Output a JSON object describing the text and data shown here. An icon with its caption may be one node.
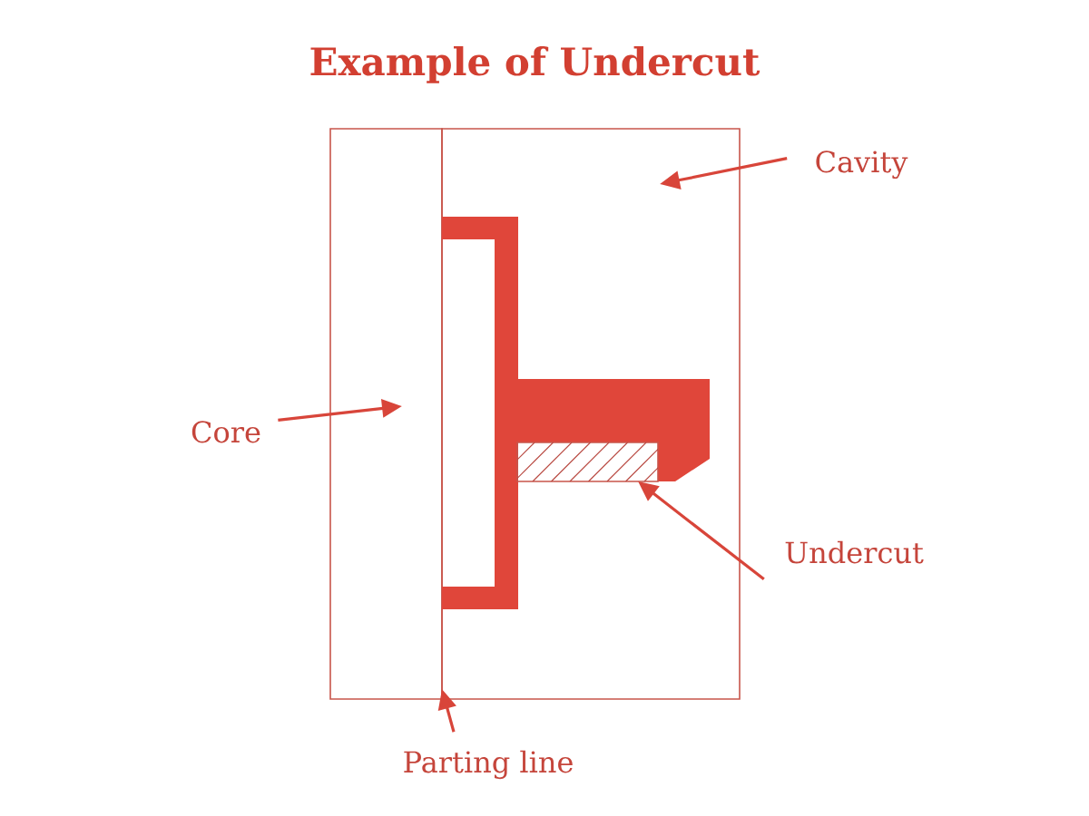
{
  "diagram": {
    "title": "Example of Undercut",
    "nodes": [
      {
        "text": [
          "Cavity"
        ]
      },
      {
        "text": [],
        "shape": "box"
      },
      {
        "text": [],
        "shape": "box"
      },
      {
        "text": [
          "Core"
        ]
      },
      {
        "text": [],
        "shape": "box",
        "in": 1
      },
      {
        "text": [
          "Undercut"
        ]
      },
      {
        "text": [
          "Parting line"
        ]
      }
    ],
    "edges": [
      {
        "from": 0,
        "to": 1,
        "arrow": "to"
      },
      {
        "from": 3,
        "to": 2,
        "arrow": "to"
      },
      {
        "from": 5,
        "to": 4,
        "arrow": "to"
      },
      {
        "from": 6,
        "to": 2,
        "arrow": "to"
      }
    ]
  }
}
